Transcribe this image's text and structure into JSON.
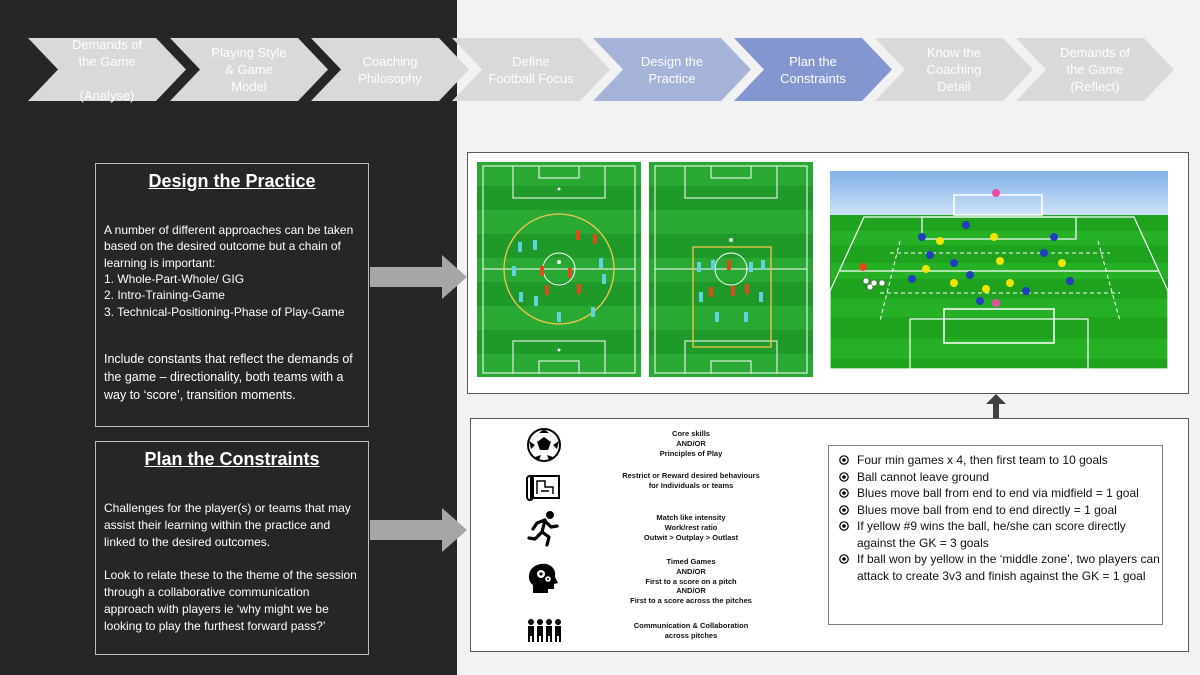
{
  "process": [
    {
      "label": "Demands of\nthe Game\n\n(Analyse)",
      "color": "#d9d9d9"
    },
    {
      "label": "Playing Style\n& Game\nModel",
      "color": "#d9d9d9"
    },
    {
      "label": "Coaching\nPhilosophy",
      "color": "#d9d9d9"
    },
    {
      "label": "Define\nFootball Focus",
      "color": "#d9d9d9"
    },
    {
      "label": "Design the\nPractice",
      "color": "#a6b3d9"
    },
    {
      "label": "Plan the\nConstraints",
      "color": "#8496cf"
    },
    {
      "label": "Know the\nCoaching\nDetail",
      "color": "#d9d9d9"
    },
    {
      "label": "Demands of\nthe Game\n(Reflect)",
      "color": "#d9d9d9"
    }
  ],
  "design": {
    "title": "Design the Practice",
    "intro": "A number of different approaches can be taken based on the desired outcome but a chain of learning is important:",
    "list": [
      "1. Whole-Part-Whole/ GIG",
      "2. Intro-Training-Game",
      "3. Technical-Positioning-Phase of Play-Game"
    ],
    "constants": "Include constants that reflect the demands of the game – directionality, both teams with a way to ‘score’, transition moments."
  },
  "constraints": {
    "title": "Plan the Constraints",
    "para1": "Challenges for the player(s) or teams that may assist their learning within the practice and  linked to the desired outcomes.",
    "para2": "Look to relate these to the theme of the session through a collaborative communication approach with players ie ‘why might we be looking to play the furthest forward pass?’"
  },
  "constraint_types": [
    {
      "icon": "football-icon",
      "text": "Core skills\nAND/OR\nPrinciples of Play"
    },
    {
      "icon": "blueprint-icon",
      "text": "Restrict or Reward desired behaviours\nfor Individuals or teams"
    },
    {
      "icon": "runner-icon",
      "text": "Match like intensity\nWork/rest ratio\nOutwit > Outplay > Outlast"
    },
    {
      "icon": "brain-gears-icon",
      "text": "Timed Games\nAND/OR\nFirst to a score on a pitch\nAND/OR\nFirst to a score across the pitches"
    },
    {
      "icon": "team-icon",
      "text": "Communication & Collaboration\nacross pitches"
    }
  ],
  "rules": [
    "Four min games x 4, then first team to 10 goals",
    "Ball cannot leave ground",
    "Blues move ball from end to end via midfield = 1 goal",
    "Blues move ball from end to end directly = 1 goal",
    "If yellow #9 wins the ball, he/she can score directly against the GK = 3 goals",
    "If ball won by yellow in the ‘middle zone’, two players can attack to create 3v3 and finish against the GK = 1 goal"
  ],
  "colors": {
    "dark_panel": "#262626",
    "pitch_green": "#1f9a2a",
    "player_cyan": "#5fd3e0",
    "player_red": "#e04a1a",
    "player_blue": "#1f3fbf",
    "player_yellow": "#f2e600"
  }
}
